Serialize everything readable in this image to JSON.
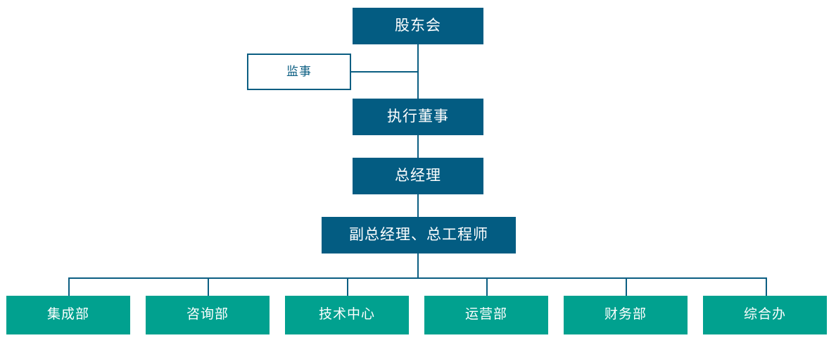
{
  "chart_data": {
    "type": "diagram",
    "title": "",
    "orientation": "top-down",
    "colors": {
      "primary_box": "#035c82",
      "department_box": "#01a18f",
      "outline_box_border": "#0b5e82",
      "outline_box_text": "#0b5e82",
      "connector": "#0b5e82",
      "box_text": "#ffffff",
      "background": "#ffffff"
    },
    "nodes": [
      {
        "id": "shareholders",
        "label": "股东会",
        "level": 0,
        "style": "primary"
      },
      {
        "id": "supervisor",
        "label": "监事",
        "level": 1,
        "style": "outline"
      },
      {
        "id": "executive-director",
        "label": "执行董事",
        "level": 2,
        "style": "primary"
      },
      {
        "id": "general-manager",
        "label": "总经理",
        "level": 3,
        "style": "primary"
      },
      {
        "id": "deputy-gm",
        "label": "副总经理、总工程师",
        "level": 4,
        "style": "primary"
      }
    ],
    "departments": [
      {
        "id": "integration",
        "label": "集成部"
      },
      {
        "id": "consulting",
        "label": "咨询部"
      },
      {
        "id": "tech-center",
        "label": "技术中心"
      },
      {
        "id": "operations",
        "label": "运营部"
      },
      {
        "id": "finance",
        "label": "财务部"
      },
      {
        "id": "general-admin",
        "label": "综合办"
      }
    ],
    "edges": [
      {
        "from": "shareholders",
        "to": "supervisor"
      },
      {
        "from": "shareholders",
        "to": "executive-director"
      },
      {
        "from": "executive-director",
        "to": "general-manager"
      },
      {
        "from": "general-manager",
        "to": "deputy-gm"
      },
      {
        "from": "deputy-gm",
        "to": "integration"
      },
      {
        "from": "deputy-gm",
        "to": "consulting"
      },
      {
        "from": "deputy-gm",
        "to": "tech-center"
      },
      {
        "from": "deputy-gm",
        "to": "operations"
      },
      {
        "from": "deputy-gm",
        "to": "finance"
      },
      {
        "from": "deputy-gm",
        "to": "general-admin"
      }
    ]
  }
}
